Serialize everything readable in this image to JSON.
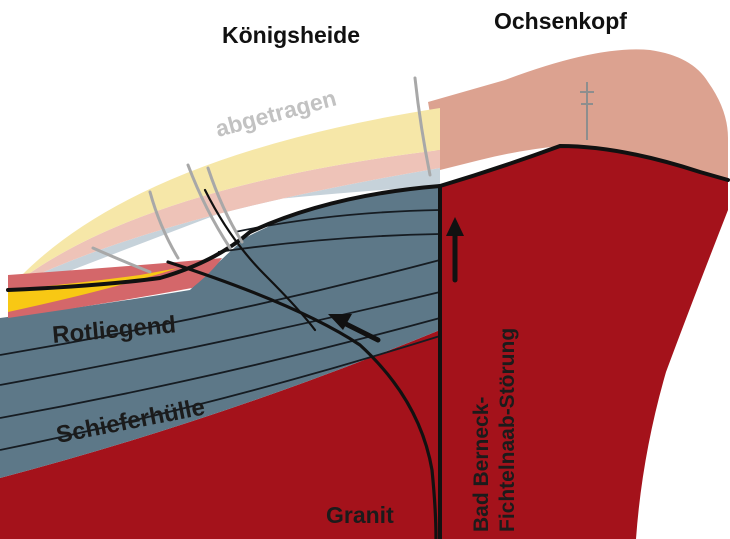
{
  "title": "",
  "labels": {
    "koenigsheide": "Königsheide",
    "ochsenkopf": "Ochsenkopf",
    "abgetragen": "abgetragen",
    "rotliegend": "Rotliegend",
    "schieferhuelle": "Schieferhülle",
    "granit": "Granit",
    "stoerung_line1": "Bad Berneck-",
    "stoerung_line2": "Fichtelnaab-Störung"
  },
  "colors": {
    "granite": "#a4121b",
    "granite_eroded": "#dca290",
    "slate": "#5d7888",
    "rotliegend": "#d4676a",
    "yellow_layer": "#f8c814",
    "eroded_yellow": "#f6e7a8",
    "eroded_pink": "#eec3b8",
    "eroded_blue": "#c6d2da",
    "outline": "#111111",
    "eroded_fault": "#a8a8a8"
  }
}
